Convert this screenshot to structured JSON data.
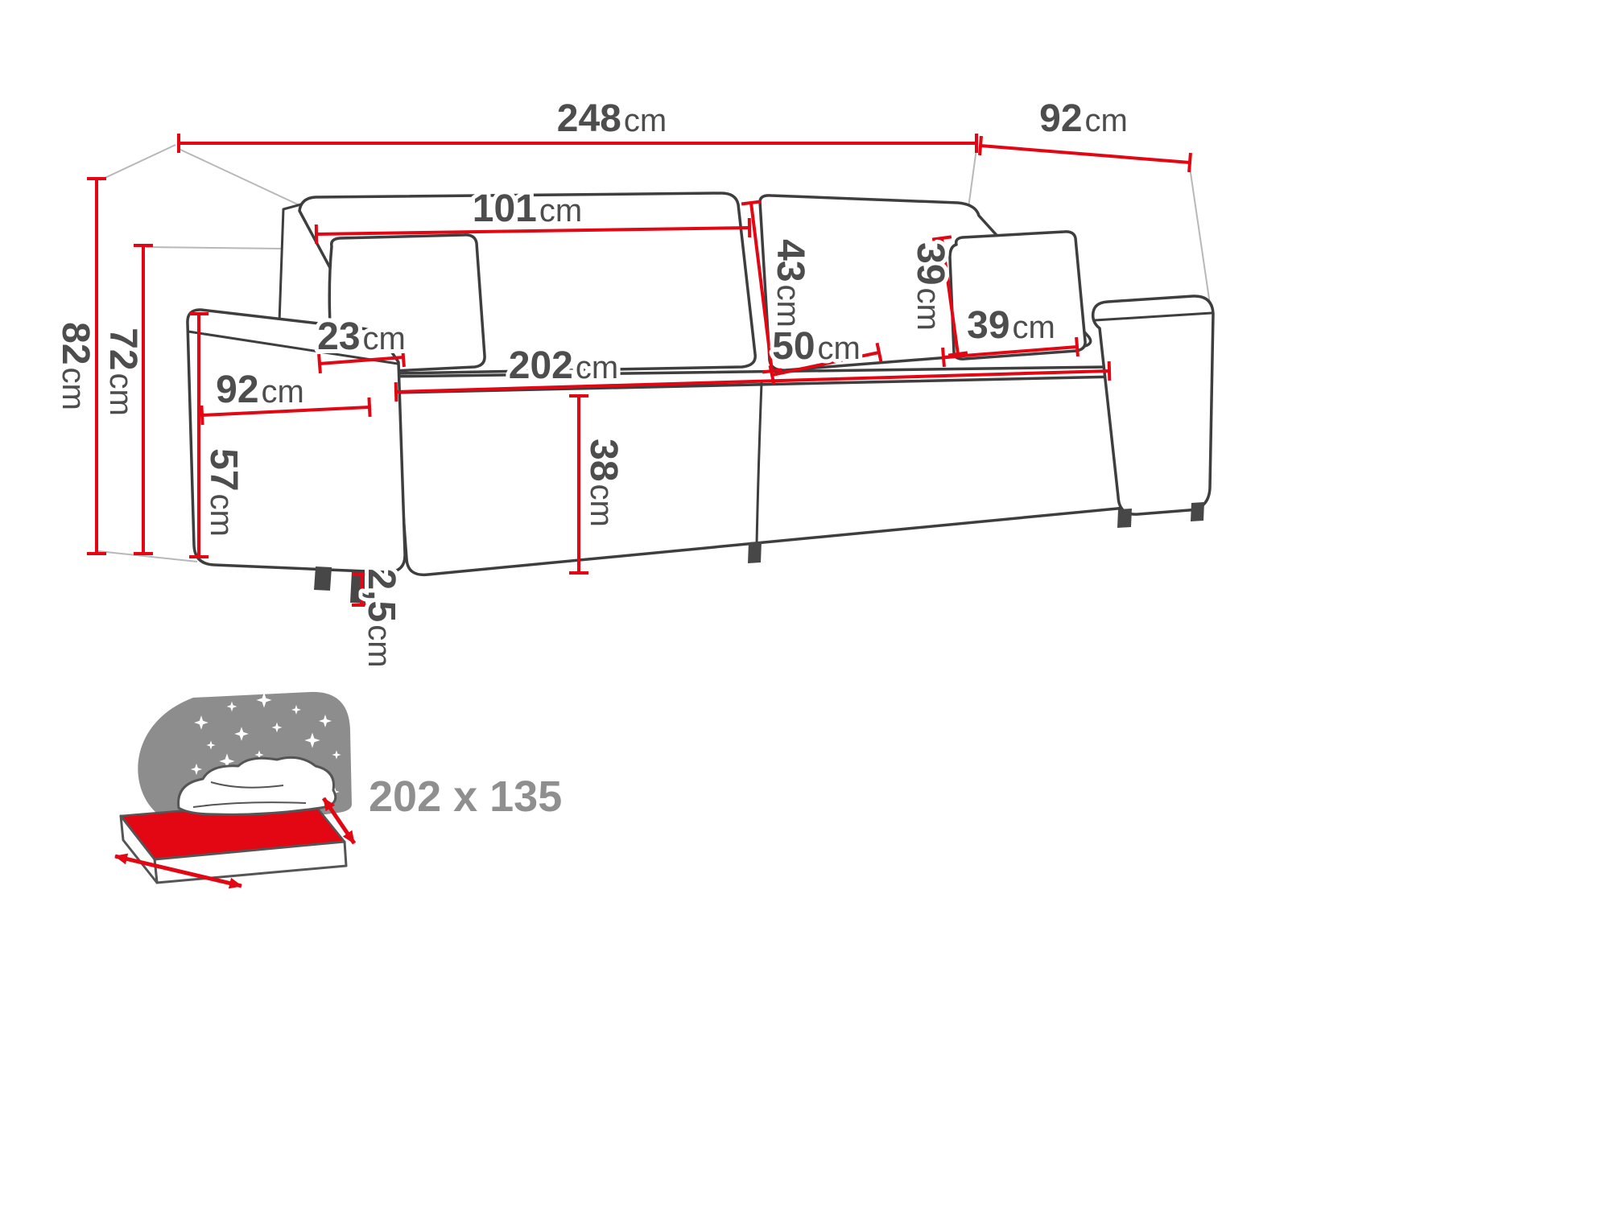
{
  "dims": {
    "total_width": {
      "value": "248",
      "unit": "cm"
    },
    "total_depth": {
      "value": "92",
      "unit": "cm"
    },
    "back_cushion_width": {
      "value": "101",
      "unit": "cm"
    },
    "backrest_height": {
      "value": "43",
      "unit": "cm"
    },
    "seat_depth": {
      "value": "50",
      "unit": "cm"
    },
    "seat_width": {
      "value": "202",
      "unit": "cm"
    },
    "pillow_height": {
      "value": "39",
      "unit": "cm"
    },
    "pillow_width": {
      "value": "39",
      "unit": "cm"
    },
    "armrest_width": {
      "value": "23",
      "unit": "cm"
    },
    "armrest_depth": {
      "value": "92",
      "unit": "cm"
    },
    "armrest_height": {
      "value": "57",
      "unit": "cm"
    },
    "total_height": {
      "value": "82",
      "unit": "cm"
    },
    "backrest_total_height": {
      "value": "72",
      "unit": "cm"
    },
    "seat_height": {
      "value": "38",
      "unit": "cm"
    },
    "leg_height": {
      "value": "2,5",
      "unit": "cm"
    }
  },
  "sleeping_area": {
    "label": "202 x 135"
  },
  "colors": {
    "dimension_line": "#e30613",
    "outline": "#3e3e3e",
    "label_text": "#4d4d4d",
    "icon_gray": "#8d8d8d"
  },
  "icons": {
    "sleeping_function": "bed-with-mattress-icon"
  }
}
